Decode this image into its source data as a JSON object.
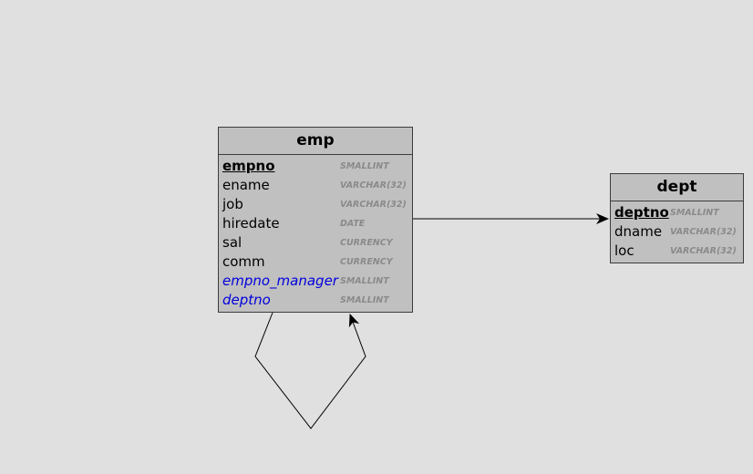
{
  "diagram": {
    "entities": [
      {
        "id": "emp",
        "name": "emp",
        "attributes": [
          {
            "name": "empno",
            "type": "SMALLINT",
            "key": "pk"
          },
          {
            "name": "ename",
            "type": "VARCHAR(32)",
            "key": ""
          },
          {
            "name": "job",
            "type": "VARCHAR(32)",
            "key": ""
          },
          {
            "name": "hiredate",
            "type": "DATE",
            "key": ""
          },
          {
            "name": "sal",
            "type": "CURRENCY",
            "key": ""
          },
          {
            "name": "comm",
            "type": "CURRENCY",
            "key": ""
          },
          {
            "name": "empno_manager",
            "type": "SMALLINT",
            "key": "fk"
          },
          {
            "name": "deptno",
            "type": "SMALLINT",
            "key": "fk"
          }
        ]
      },
      {
        "id": "dept",
        "name": "dept",
        "attributes": [
          {
            "name": "deptno",
            "type": "SMALLINT",
            "key": "pk"
          },
          {
            "name": "dname",
            "type": "VARCHAR(32)",
            "key": ""
          },
          {
            "name": "loc",
            "type": "VARCHAR(32)",
            "key": ""
          }
        ]
      }
    ],
    "relationships": [
      {
        "from": "emp",
        "to": "dept",
        "kind": "foreign-key"
      },
      {
        "from": "emp",
        "to": "emp",
        "kind": "self-reference"
      }
    ]
  },
  "colors": {
    "background": "#e0e0e0",
    "entity_fill": "#c0c0c0",
    "border": "#3c3c3c",
    "foreign_key": "#0000dd",
    "type_text": "#8a8a8a"
  }
}
